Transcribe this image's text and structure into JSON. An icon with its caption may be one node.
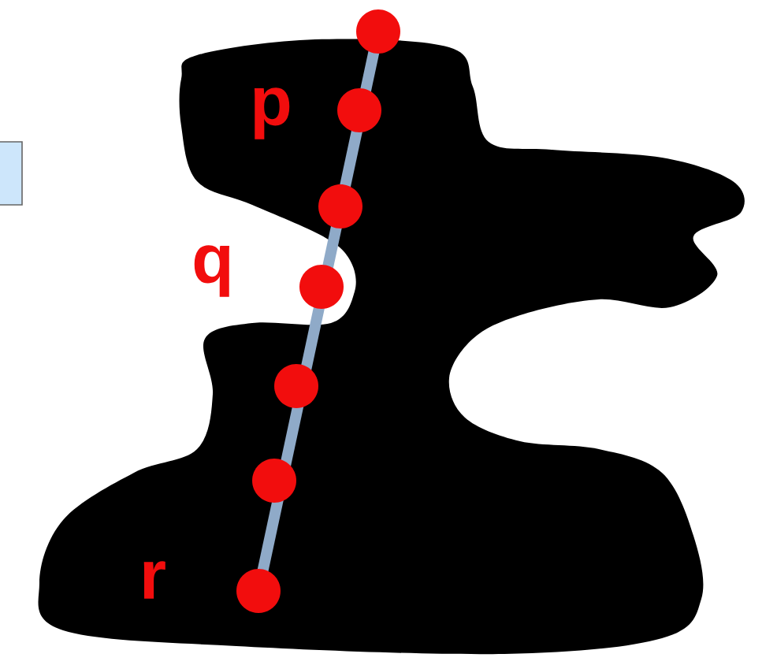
{
  "diagram": {
    "labels": [
      "p",
      "q",
      "r"
    ]
  }
}
